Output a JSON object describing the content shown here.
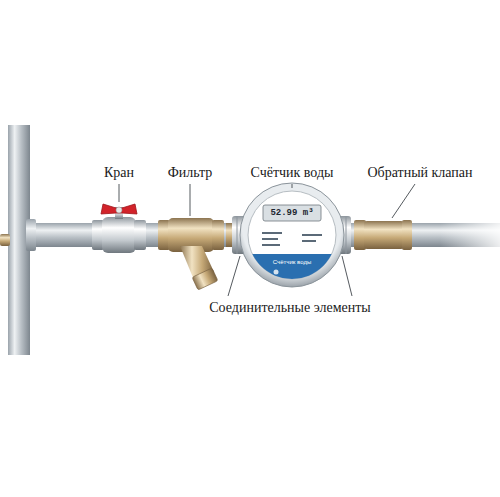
{
  "diagram": {
    "labels": [
      "Кран",
      "Фильтр",
      "Счётчик воды",
      "Обратный клапан",
      "Соединительные элементы",
      "52.99 m³",
      "Счётчик воды"
    ]
  }
}
